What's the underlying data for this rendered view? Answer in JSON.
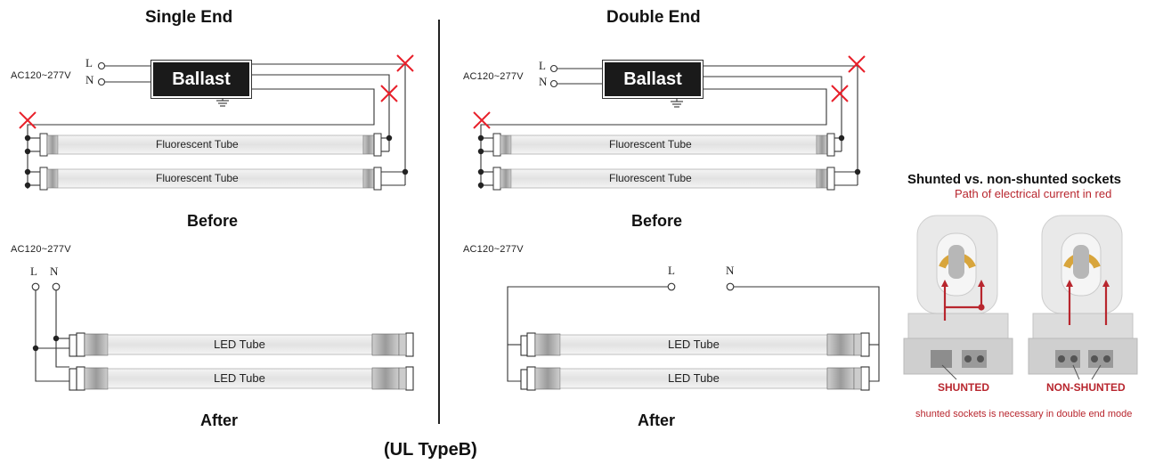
{
  "left": {
    "title": "Single End",
    "before_label": "Before",
    "after_label": "After",
    "voltage_before": "AC120~277V",
    "voltage_after": "AC120~277V",
    "L": "L",
    "N": "N",
    "ballast": "Ballast",
    "tube1": "Fluorescent Tube",
    "tube2": "Fluorescent Tube",
    "led1": "LED Tube",
    "led2": "LED Tube"
  },
  "right": {
    "title": "Double End",
    "before_label": "Before",
    "after_label": "After",
    "voltage_before": "AC120~277V",
    "voltage_after": "AC120~277V",
    "L": "L",
    "N": "N",
    "ballast": "Ballast",
    "tube1": "Fluorescent Tube",
    "tube2": "Fluorescent Tube",
    "led1": "LED Tube",
    "led2": "LED Tube"
  },
  "sockets": {
    "title": "Shunted vs. non-shunted sockets",
    "subtitle": "Path of electrical current in red",
    "shunted": "SHUNTED",
    "non_shunted": "NON-SHUNTED",
    "note": "shunted sockets is necessary in double end mode"
  },
  "footer": "(UL TypeB)",
  "colors": {
    "wire": "#333333",
    "cross": "#e8202a",
    "current": "#b8262e",
    "ballast_bg": "#1a1a1a",
    "socket_body": "#e6e6e6",
    "socket_contact": "#d8a53c"
  }
}
